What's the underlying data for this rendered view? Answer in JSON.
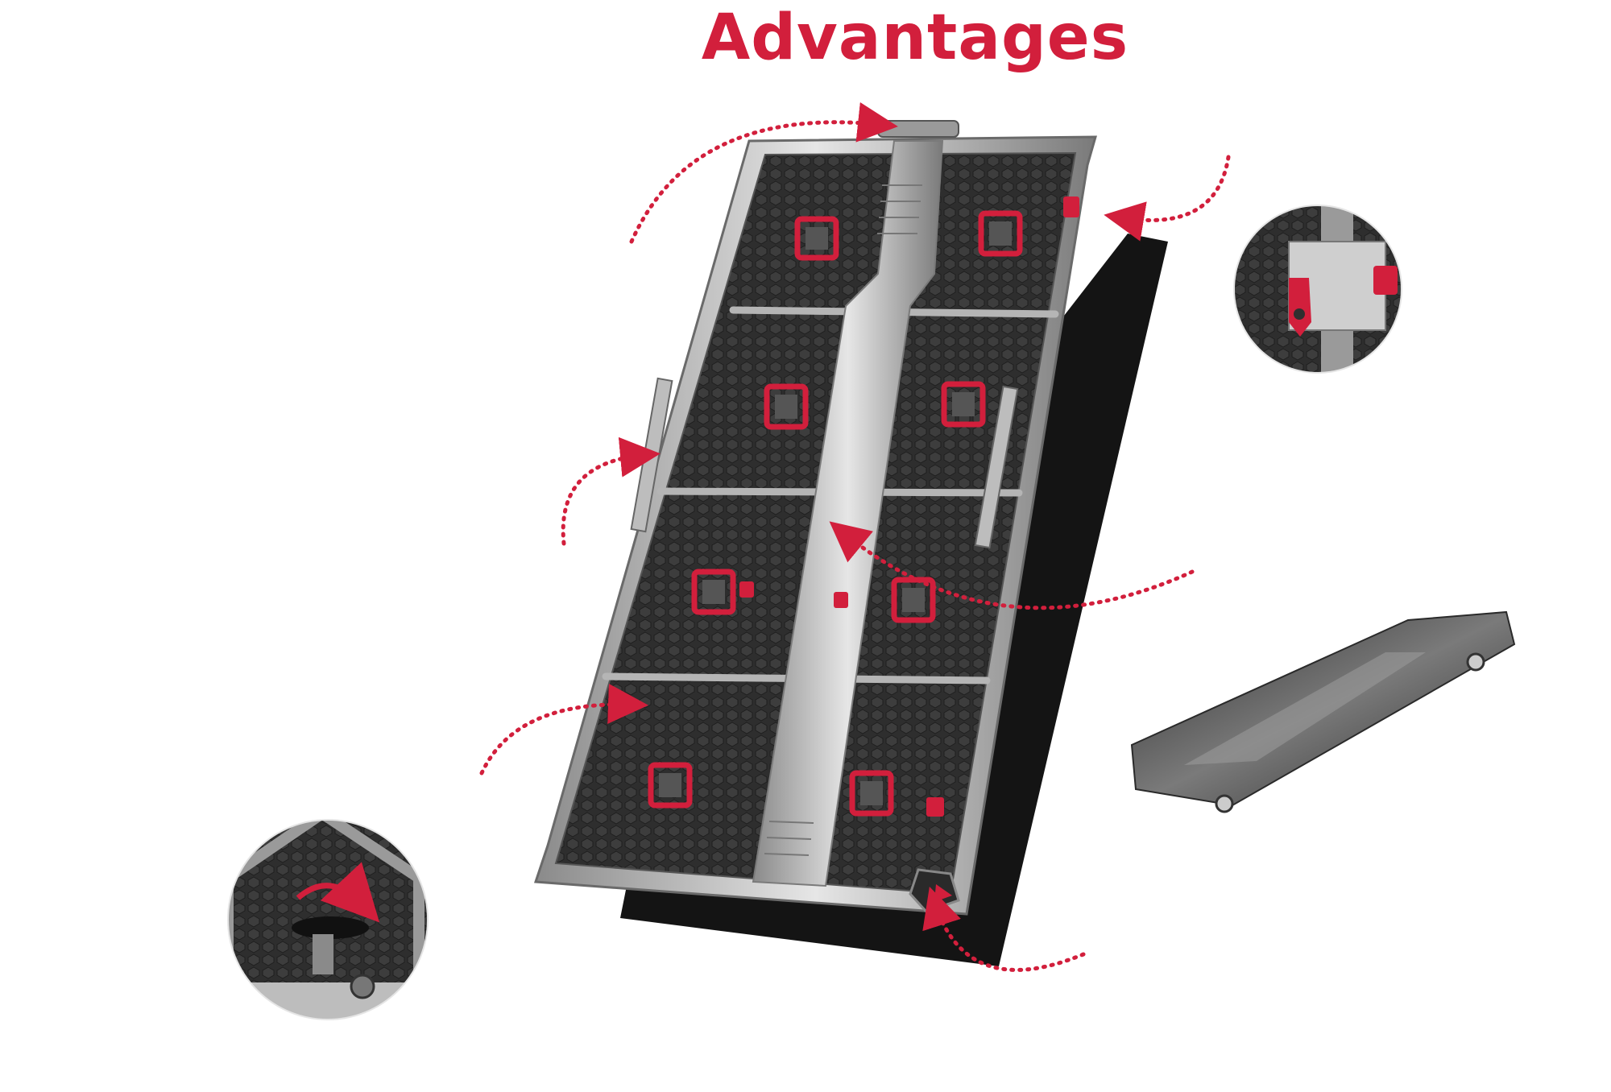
{
  "heading": {
    "text": "Advantages"
  },
  "colors": {
    "accent": "#d21f3c",
    "metal": "#c9c9c9",
    "panel": "#3a3a3a",
    "shadow": "#000000"
  },
  "callouts": [
    {
      "name": "top-handle",
      "icon": "arrow-curved-icon"
    },
    {
      "name": "lock-detail",
      "icon": "arrow-curved-icon"
    },
    {
      "name": "side-handle",
      "icon": "arrow-curved-icon"
    },
    {
      "name": "center-beam",
      "icon": "arrow-curved-icon"
    },
    {
      "name": "bottom-lock",
      "icon": "arrow-curved-icon"
    },
    {
      "name": "corner-protector",
      "icon": "arrow-curved-icon"
    }
  ]
}
